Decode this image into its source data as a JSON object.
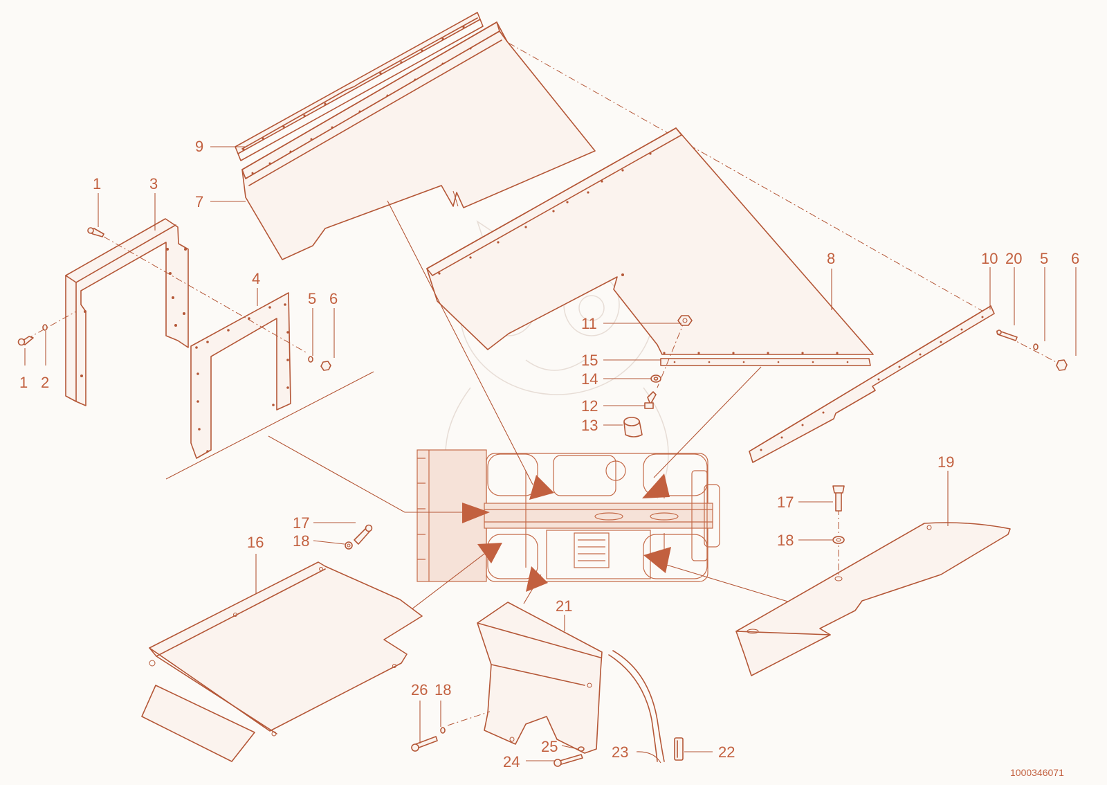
{
  "document_code": "1000346071",
  "callouts": {
    "c1a": "1",
    "c1b": "1",
    "c2": "2",
    "c3": "3",
    "c4": "4",
    "c5a": "5",
    "c6a": "6",
    "c7": "7",
    "c8": "8",
    "c9": "9",
    "c10": "10",
    "c20a": "20",
    "c5b": "5",
    "c6b": "6",
    "c11": "11",
    "c15": "15",
    "c14": "14",
    "c12": "12",
    "c13": "13",
    "c17a": "17",
    "c18a": "18",
    "c16": "16",
    "c17b": "17",
    "c18b": "18",
    "c19": "19",
    "c21": "21",
    "c26": "26",
    "c18c": "18",
    "c25": "25",
    "c24": "24",
    "c23": "23",
    "c22": "22"
  },
  "colors": {
    "line": "#b45737",
    "label": "#c2603f",
    "background": "#fcfaf7"
  }
}
